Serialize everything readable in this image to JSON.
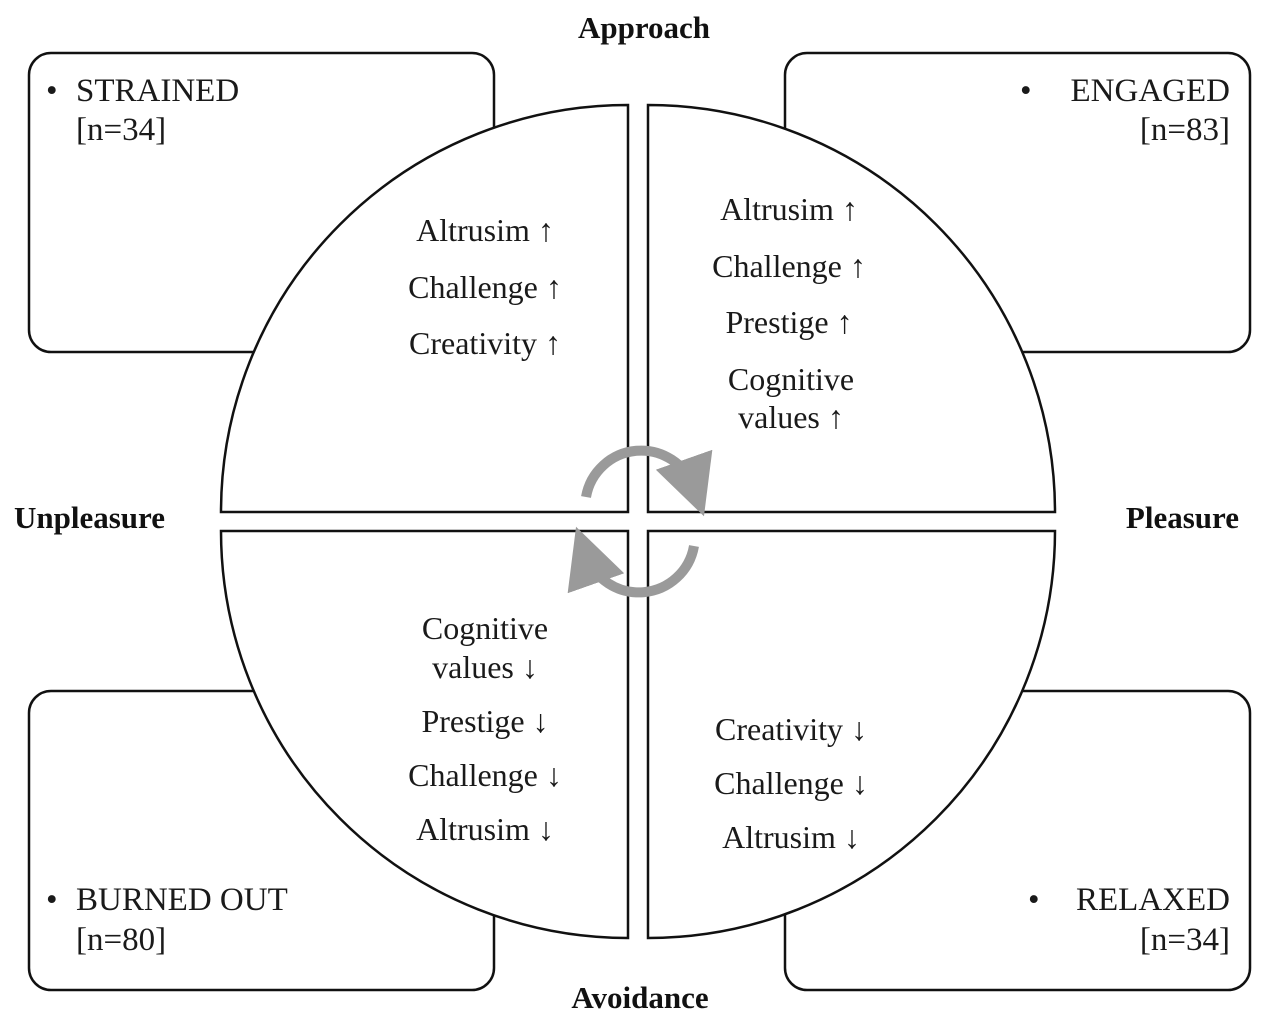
{
  "axes": {
    "top": "Approach",
    "bottom": "Avoidance",
    "left": "Unpleasure",
    "right": "Pleasure"
  },
  "boxes": {
    "top_left": {
      "bullet": "•",
      "name": "STRAINED",
      "n": "[n=34]"
    },
    "top_right": {
      "bullet": "•",
      "name": "ENGAGED",
      "n": "[n=83]"
    },
    "bottom_left": {
      "bullet": "•",
      "name": "BURNED OUT",
      "n": "[n=80]"
    },
    "bottom_right": {
      "bullet": "•",
      "name": "RELAXED",
      "n": "[n=34]"
    }
  },
  "quadrants": {
    "top_left": {
      "line1": "Altrusim ↑",
      "line2": "Challenge ↑",
      "line3": "Creativity ↑"
    },
    "top_right": {
      "line1": "Altrusim ↑",
      "line2": "Challenge ↑",
      "line3": "Prestige ↑",
      "line4": "Cognitive",
      "line5": "values ↑"
    },
    "bottom_left": {
      "line1": "Cognitive",
      "line2": "values ↓",
      "line3": "Prestige ↓",
      "line4": "Challenge ↓",
      "line5": "Altrusim ↓"
    },
    "bottom_right": {
      "line1": "Creativity ↓",
      "line2": "Challenge ↓",
      "line3": "Altrusim ↓"
    }
  },
  "colors": {
    "outline": "#111111",
    "cycle_arrows": "#9a9a9a"
  },
  "icons": {
    "cycle": "circular-arrows-icon"
  }
}
